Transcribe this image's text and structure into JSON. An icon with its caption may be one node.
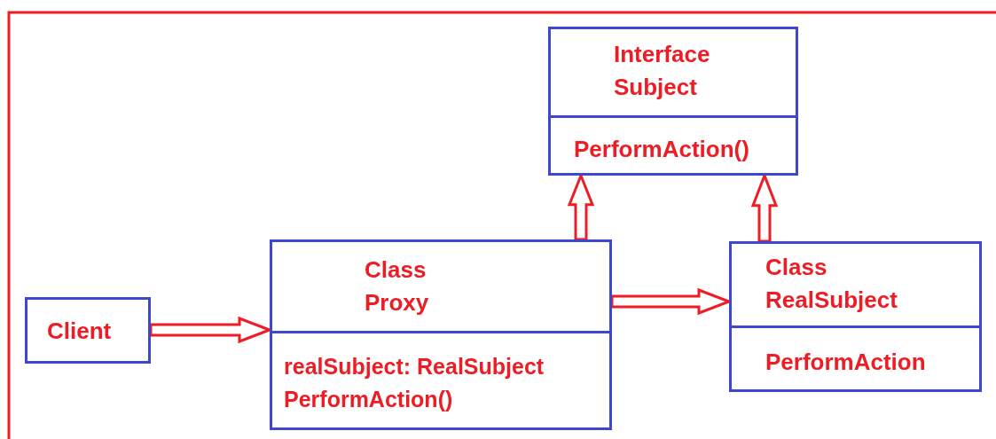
{
  "diagram": {
    "nodes": [
      {
        "text": [
          "Interface Subject",
          "PerformAction()"
        ]
      },
      {
        "text": [
          "Client"
        ]
      },
      {
        "text": [
          "Class Proxy",
          "realSubject: RealSubject PerformAction()"
        ]
      },
      {
        "text": [
          "Class RealSubject",
          "PerformAction"
        ]
      }
    ],
    "edges": [
      {
        "from": 1,
        "to": 2,
        "arrow": "to"
      },
      {
        "from": 2,
        "to": 3,
        "arrow": "to"
      },
      {
        "from": 2,
        "to": 0,
        "arrow": "to"
      },
      {
        "from": 3,
        "to": 0,
        "arrow": "to"
      }
    ]
  }
}
